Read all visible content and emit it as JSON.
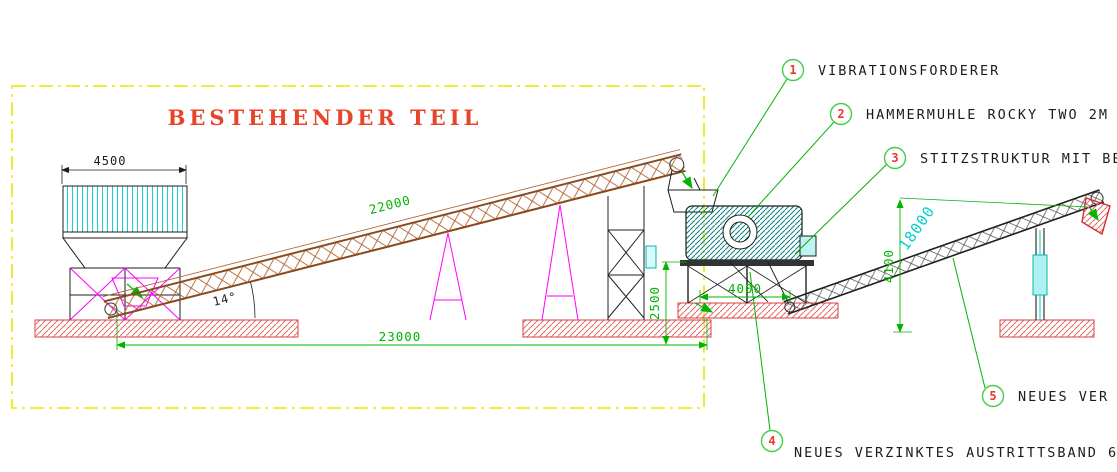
{
  "drawing": {
    "title": "BESTEHENDER TEIL",
    "dimensions": {
      "hopper_width": "4500",
      "main_conveyor_length": "22000",
      "overall_length": "23000",
      "incline_angle": "14°",
      "discharge_height": "2500",
      "mill_base_length": "4000",
      "head_height": "4100",
      "exit_conveyor_length": "18000"
    },
    "callouts": [
      {
        "num": "1",
        "label": "VIBRATIONSFORDERER"
      },
      {
        "num": "2",
        "label": "HAMMERMUHLE ROCKY TWO 2M"
      },
      {
        "num": "3",
        "label": "STITZSTRUKTUR MIT BE"
      },
      {
        "num": "4",
        "label": "NEUES VERZINKTES AUSTRITTSBAND 6"
      },
      {
        "num": "5",
        "label": "NEUES VER"
      }
    ],
    "colors": {
      "dimension_green": "#00b400",
      "boundary_yellow": "#e8e800",
      "structure_magenta": "#ff00ff",
      "detail_cyan": "#00cfcf",
      "conveyor_brown": "#b06030",
      "accent_red": "#e8392a",
      "foundation_red": "#e36a6a",
      "mill_teal": "#0a8080"
    }
  }
}
